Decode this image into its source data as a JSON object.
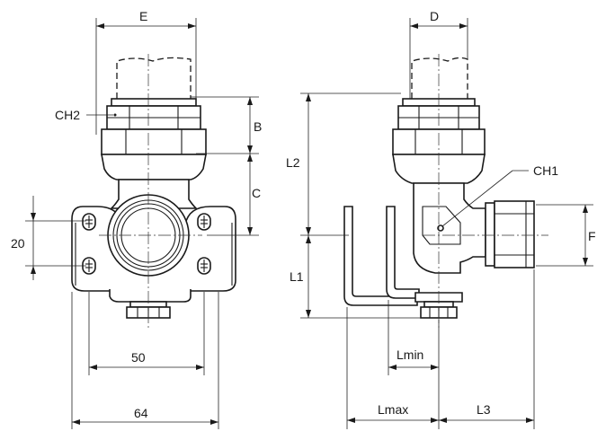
{
  "labels": {
    "E": "E",
    "D": "D",
    "B": "B",
    "C": "C",
    "CH2": "CH2",
    "CH1": "CH1",
    "L2": "L2",
    "L1": "L1",
    "F": "F",
    "dim_20": "20",
    "dim_50": "50",
    "dim_64": "64",
    "Lmin": "Lmin",
    "Lmax": "Lmax",
    "L3": "L3"
  }
}
